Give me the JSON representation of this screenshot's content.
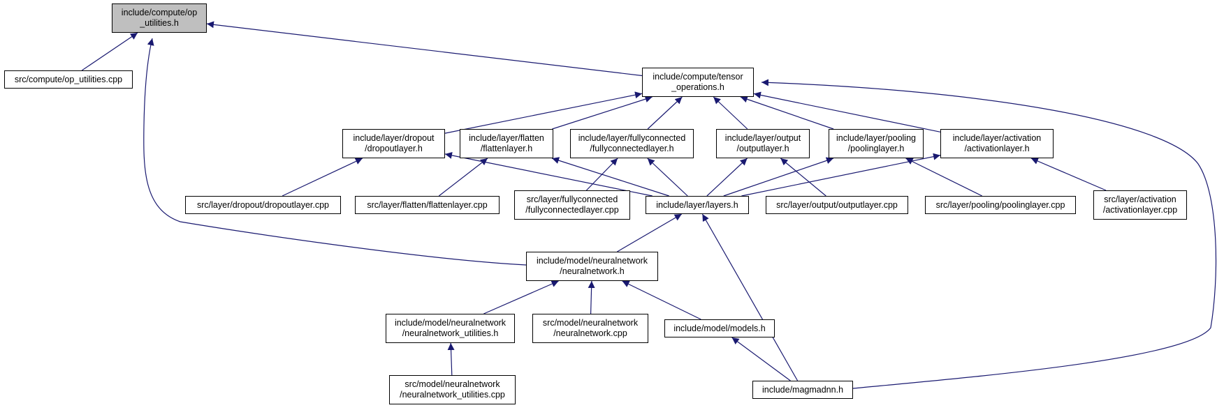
{
  "colors": {
    "edge": "#191970",
    "root_fill": "#bfbfbf",
    "node_fill": "#ffffff",
    "border": "#000000"
  },
  "nodes": {
    "op_utilities_h": [
      "include/compute/op",
      "_utilities.h"
    ],
    "op_utilities_cpp": [
      "src/compute/op_utilities.cpp"
    ],
    "tensor_operations_h": [
      "include/compute/tensor",
      "_operations.h"
    ],
    "dropoutlayer_h": [
      "include/layer/dropout",
      "/dropoutlayer.h"
    ],
    "flattenlayer_h": [
      "include/layer/flatten",
      "/flattenlayer.h"
    ],
    "fullyconnectedlayer_h": [
      "include/layer/fullyconnected",
      "/fullyconnectedlayer.h"
    ],
    "outputlayer_h": [
      "include/layer/output",
      "/outputlayer.h"
    ],
    "poolinglayer_h": [
      "include/layer/pooling",
      "/poolinglayer.h"
    ],
    "activationlayer_h": [
      "include/layer/activation",
      "/activationlayer.h"
    ],
    "dropoutlayer_cpp": [
      "src/layer/dropout/dropoutlayer.cpp"
    ],
    "flattenlayer_cpp": [
      "src/layer/flatten/flattenlayer.cpp"
    ],
    "fullyconnectedlayer_cpp": [
      "src/layer/fullyconnected",
      "/fullyconnectedlayer.cpp"
    ],
    "layers_h": [
      "include/layer/layers.h"
    ],
    "outputlayer_cpp": [
      "src/layer/output/outputlayer.cpp"
    ],
    "poolinglayer_cpp": [
      "src/layer/pooling/poolinglayer.cpp"
    ],
    "activationlayer_cpp": [
      "src/layer/activation",
      "/activationlayer.cpp"
    ],
    "neuralnetwork_h": [
      "include/model/neuralnetwork",
      "/neuralnetwork.h"
    ],
    "neuralnetwork_utilities_h": [
      "include/model/neuralnetwork",
      "/neuralnetwork_utilities.h"
    ],
    "neuralnetwork_cpp": [
      "src/model/neuralnetwork",
      "/neuralnetwork.cpp"
    ],
    "models_h": [
      "include/model/models.h"
    ],
    "neuralnetwork_utilities_cpp": [
      "src/model/neuralnetwork",
      "/neuralnetwork_utilities.cpp"
    ],
    "magmadnn_h": [
      "include/magmadnn.h"
    ]
  },
  "edges": [
    [
      "op_utilities_cpp",
      "op_utilities_h"
    ],
    [
      "tensor_operations_h",
      "op_utilities_h"
    ],
    [
      "neuralnetwork_h",
      "op_utilities_h"
    ],
    [
      "dropoutlayer_h",
      "tensor_operations_h"
    ],
    [
      "flattenlayer_h",
      "tensor_operations_h"
    ],
    [
      "fullyconnectedlayer_h",
      "tensor_operations_h"
    ],
    [
      "outputlayer_h",
      "tensor_operations_h"
    ],
    [
      "poolinglayer_h",
      "tensor_operations_h"
    ],
    [
      "activationlayer_h",
      "tensor_operations_h"
    ],
    [
      "magmadnn_h",
      "tensor_operations_h"
    ],
    [
      "dropoutlayer_cpp",
      "dropoutlayer_h"
    ],
    [
      "layers_h",
      "dropoutlayer_h"
    ],
    [
      "flattenlayer_cpp",
      "flattenlayer_h"
    ],
    [
      "layers_h",
      "flattenlayer_h"
    ],
    [
      "fullyconnectedlayer_cpp",
      "fullyconnectedlayer_h"
    ],
    [
      "layers_h",
      "fullyconnectedlayer_h"
    ],
    [
      "layers_h",
      "outputlayer_h"
    ],
    [
      "outputlayer_cpp",
      "outputlayer_h"
    ],
    [
      "layers_h",
      "poolinglayer_h"
    ],
    [
      "poolinglayer_cpp",
      "poolinglayer_h"
    ],
    [
      "layers_h",
      "activationlayer_h"
    ],
    [
      "activationlayer_cpp",
      "activationlayer_h"
    ],
    [
      "neuralnetwork_h",
      "layers_h"
    ],
    [
      "magmadnn_h",
      "layers_h"
    ],
    [
      "neuralnetwork_utilities_h",
      "neuralnetwork_h"
    ],
    [
      "neuralnetwork_cpp",
      "neuralnetwork_h"
    ],
    [
      "models_h",
      "neuralnetwork_h"
    ],
    [
      "neuralnetwork_utilities_cpp",
      "neuralnetwork_utilities_h"
    ],
    [
      "magmadnn_h",
      "models_h"
    ]
  ]
}
